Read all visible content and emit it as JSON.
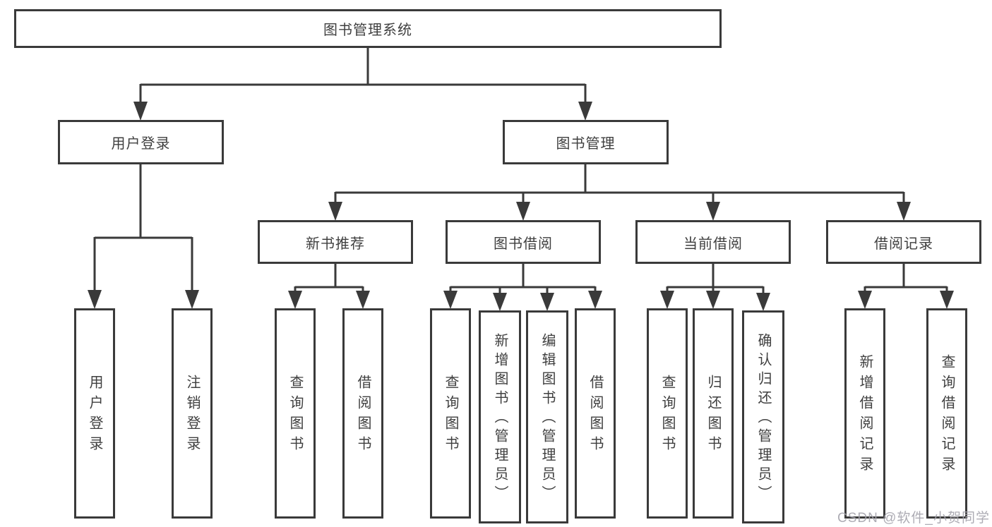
{
  "nodes": {
    "root": {
      "label": "图书管理系统"
    },
    "user_login": {
      "label": "用户登录"
    },
    "book_mgmt": {
      "label": "图书管理"
    },
    "new_book_rec": {
      "label": "新书推荐"
    },
    "book_borrow": {
      "label": "图书借阅"
    },
    "current_borrow": {
      "label": "当前借阅"
    },
    "borrow_records": {
      "label": "借阅记录"
    },
    "leaf_user_login": {
      "label": "用户登录"
    },
    "leaf_logout": {
      "label": "注销登录"
    },
    "leaf_query_books_a": {
      "label": "查询图书"
    },
    "leaf_borrow_books_a": {
      "label": "借阅图书"
    },
    "leaf_query_books_b": {
      "label": "查询图书"
    },
    "leaf_add_books": {
      "label": "新增图书（管理员）"
    },
    "leaf_edit_books": {
      "label": "编辑图书（管理员）"
    },
    "leaf_borrow_books_b": {
      "label": "借阅图书"
    },
    "leaf_query_books_c": {
      "label": "查询图书"
    },
    "leaf_return_books": {
      "label": "归还图书"
    },
    "leaf_confirm_return": {
      "label": "确认归还（管理员）"
    },
    "leaf_add_borrow_record": {
      "label": "新增借阅记录"
    },
    "leaf_query_borrow_record": {
      "label": "查询借阅记录"
    }
  },
  "hierarchy": {
    "root": [
      "user_login",
      "book_mgmt"
    ],
    "user_login": [
      "leaf_user_login",
      "leaf_logout"
    ],
    "book_mgmt": [
      "new_book_rec",
      "book_borrow",
      "current_borrow",
      "borrow_records"
    ],
    "new_book_rec": [
      "leaf_query_books_a",
      "leaf_borrow_books_a"
    ],
    "book_borrow": [
      "leaf_query_books_b",
      "leaf_add_books",
      "leaf_edit_books",
      "leaf_borrow_books_b"
    ],
    "current_borrow": [
      "leaf_query_books_c",
      "leaf_return_books",
      "leaf_confirm_return"
    ],
    "borrow_records": [
      "leaf_add_borrow_record",
      "leaf_query_borrow_record"
    ]
  },
  "watermark": {
    "text": "CSDN @软件_小贺同学"
  },
  "colors": {
    "line": "#3a3a3a",
    "box_border": "#3a3a3a",
    "text": "#3f3f3f",
    "background": "#ffffff",
    "watermark": "#a4a3ac"
  }
}
